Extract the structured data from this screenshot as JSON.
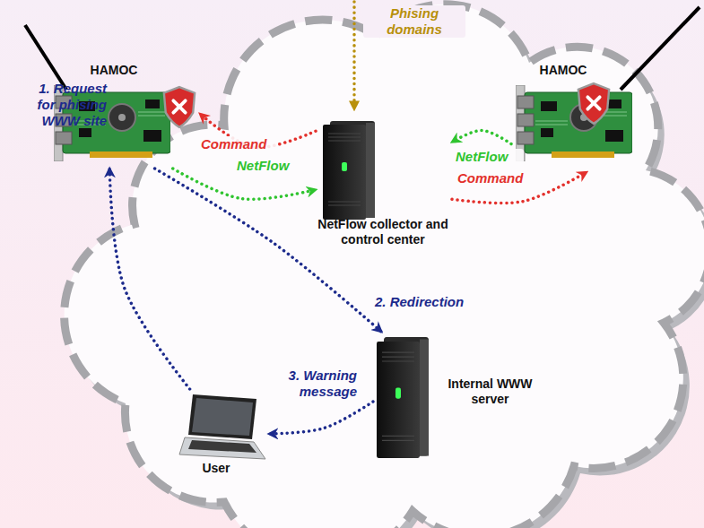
{
  "diagram": {
    "nodes": [
      {
        "text": [
          "HAMOC"
        ]
      },
      {
        "text": [
          "HAMOC"
        ]
      },
      {
        "text": [
          "NetFlow collector and control center"
        ]
      },
      {
        "text": [
          "Internal WWW server"
        ]
      },
      {
        "text": [
          "User"
        ]
      }
    ],
    "edges": [
      {
        "from": 2,
        "to": 0,
        "label": "Command",
        "arrow": "to"
      },
      {
        "from": 0,
        "to": 2,
        "label": "NetFlow",
        "arrow": "to"
      },
      {
        "from": 1,
        "to": 2,
        "label": "NetFlow",
        "arrow": "to"
      },
      {
        "from": 2,
        "to": 1,
        "label": "Command",
        "arrow": "to"
      },
      {
        "from": 4,
        "to": 0,
        "label": "1. Request for phising WWW site",
        "arrow": "to"
      },
      {
        "from": 0,
        "to": 3,
        "label": "2. Redirection",
        "arrow": "to"
      },
      {
        "from": 3,
        "to": 4,
        "label": "3. Warning message",
        "arrow": "to"
      }
    ],
    "labels": [
      "Phising domains"
    ]
  }
}
